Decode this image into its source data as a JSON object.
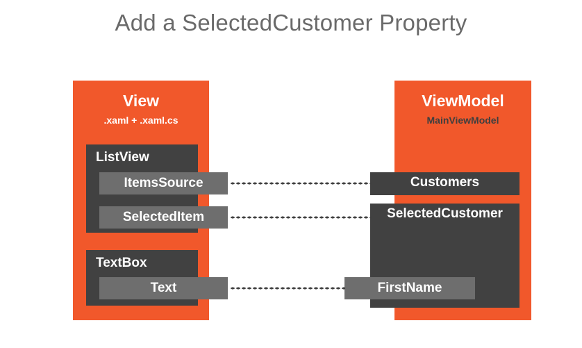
{
  "title": "Add a SelectedCustomer Property",
  "colors": {
    "background": "#ffffff",
    "title_text": "#6a6a6a",
    "panel_orange": "#F1582B",
    "block_dark_gray": "#414141",
    "chip_medium_gray": "#6E6E6E",
    "connector_dots": "#3f3f3f",
    "label_white": "#ffffff",
    "subtitle_dark": "#3f3f3f"
  },
  "view_panel": {
    "title": "View",
    "subtitle": ".xaml + .xaml.cs",
    "controls": [
      {
        "name": "ListView",
        "properties": [
          {
            "label": "ItemsSource"
          },
          {
            "label": "SelectedItem"
          }
        ]
      },
      {
        "name": "TextBox",
        "properties": [
          {
            "label": "Text"
          }
        ]
      }
    ]
  },
  "viewmodel_panel": {
    "title": "ViewModel",
    "subtitle": "MainViewModel",
    "members": [
      {
        "label": "Customers"
      },
      {
        "label": "SelectedCustomer",
        "children": [
          {
            "label": "FirstName"
          }
        ]
      }
    ]
  },
  "bindings": [
    {
      "from": "ItemsSource",
      "to": "Customers",
      "style": "dotted"
    },
    {
      "from": "SelectedItem",
      "to": "SelectedCustomer",
      "style": "dotted"
    },
    {
      "from": "Text",
      "to": "FirstName",
      "style": "dotted"
    }
  ]
}
